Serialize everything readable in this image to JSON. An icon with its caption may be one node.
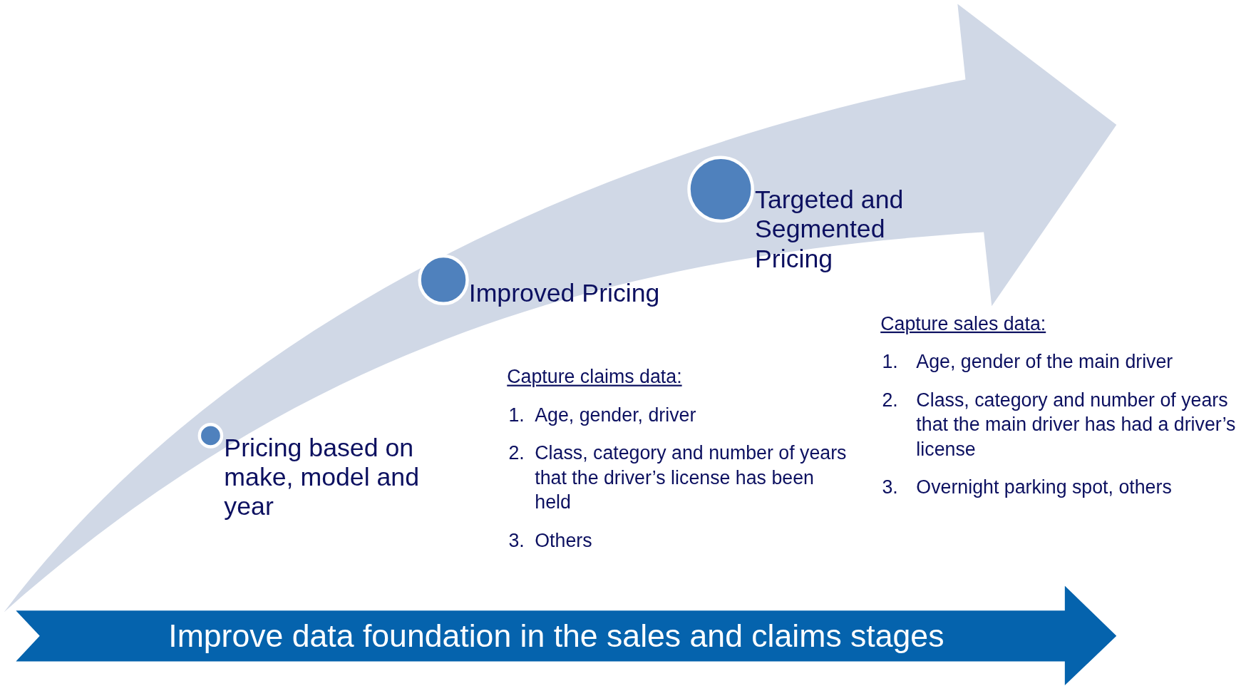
{
  "diagram": {
    "nodes": [
      {
        "text": [
          "Pricing based on make, model and year"
        ]
      },
      {
        "text": [
          "Improved Pricing"
        ]
      },
      {
        "text": [
          "Targeted and Segmented Pricing"
        ]
      },
      {
        "text": [
          "Improve data foundation in the sales and claims stages"
        ]
      }
    ],
    "labels": [
      "Capture claims data:",
      "1.",
      "Age, gender, driver",
      "2.",
      "Class, category and number of years that the driver’s license has been held",
      "3.",
      "Others",
      "Capture sales data:",
      "1.",
      "Age, gender of the main driver",
      "2.",
      "Class, category and number of years that the main driver has had a driver’s license",
      "3.",
      "Overnight parking spot, others"
    ]
  }
}
